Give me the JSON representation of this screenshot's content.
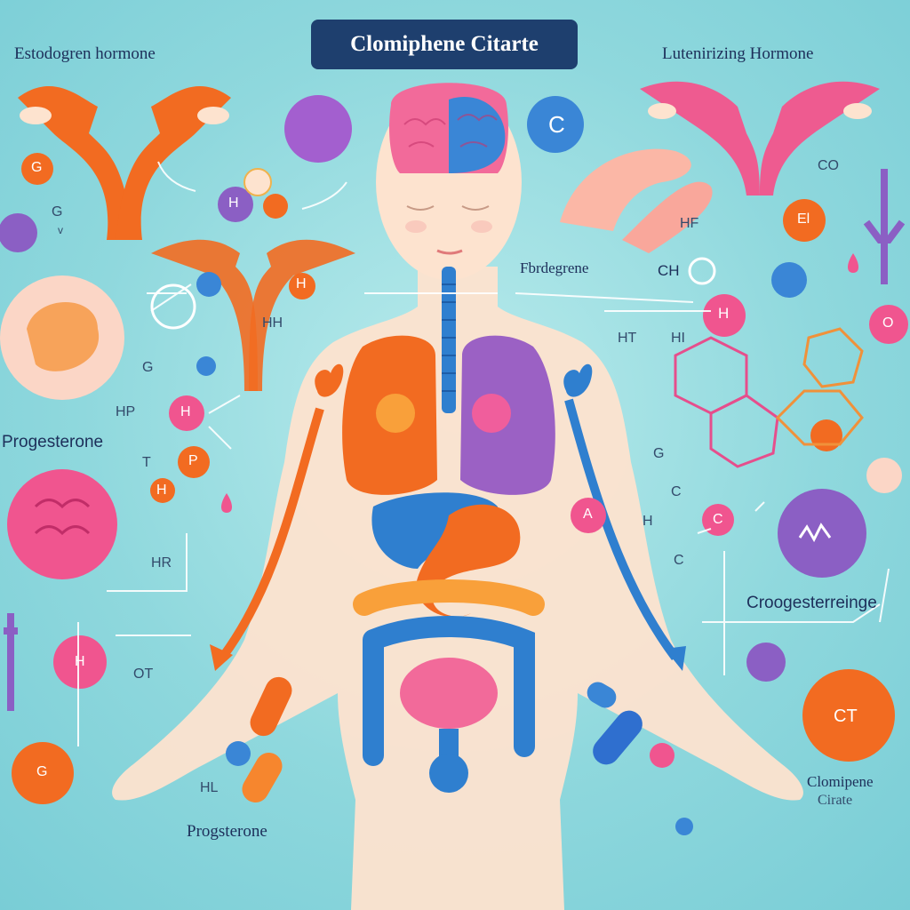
{
  "title": "Clomiphene Citarte",
  "labels": {
    "top_left": "Estodogren hormone",
    "top_right": "Lutenirizing Hormone",
    "center": "Fbrdegrene",
    "left_middle": "Progesterone",
    "right_middle": "Croogesterreinge",
    "bottom_left": "Progsterone",
    "bottom_right_1": "Clomipene",
    "bottom_right_2": "Cirate"
  },
  "letters": {
    "g1": "G",
    "gv": "G",
    "v": "v",
    "h1": "H",
    "hh": "HH",
    "h2": "H",
    "g2": "G",
    "hp": "HP",
    "h3": "H",
    "t": "T",
    "p": "P",
    "h4": "H",
    "hr": "HR",
    "h5": "H",
    "ot": "OT",
    "g3": "G",
    "hl": "HL",
    "c1": "C",
    "co": "CO",
    "el": "El",
    "hf": "HF",
    "ch": "CH",
    "h6": "H",
    "ht": "HT",
    "hi": "HI",
    "o": "O",
    "g4": "G",
    "c2": "C",
    "h7": "H",
    "c3": "C",
    "c4": "C",
    "a": "A",
    "ct": "CT"
  },
  "colors": {
    "background": "#8fd8dd",
    "title_bg": "#1e3f6e",
    "orange": "#f26b21",
    "pink": "#f2568e",
    "blue": "#2f7fcf",
    "purple": "#8b5fc4",
    "skin": "#fde3cf"
  }
}
